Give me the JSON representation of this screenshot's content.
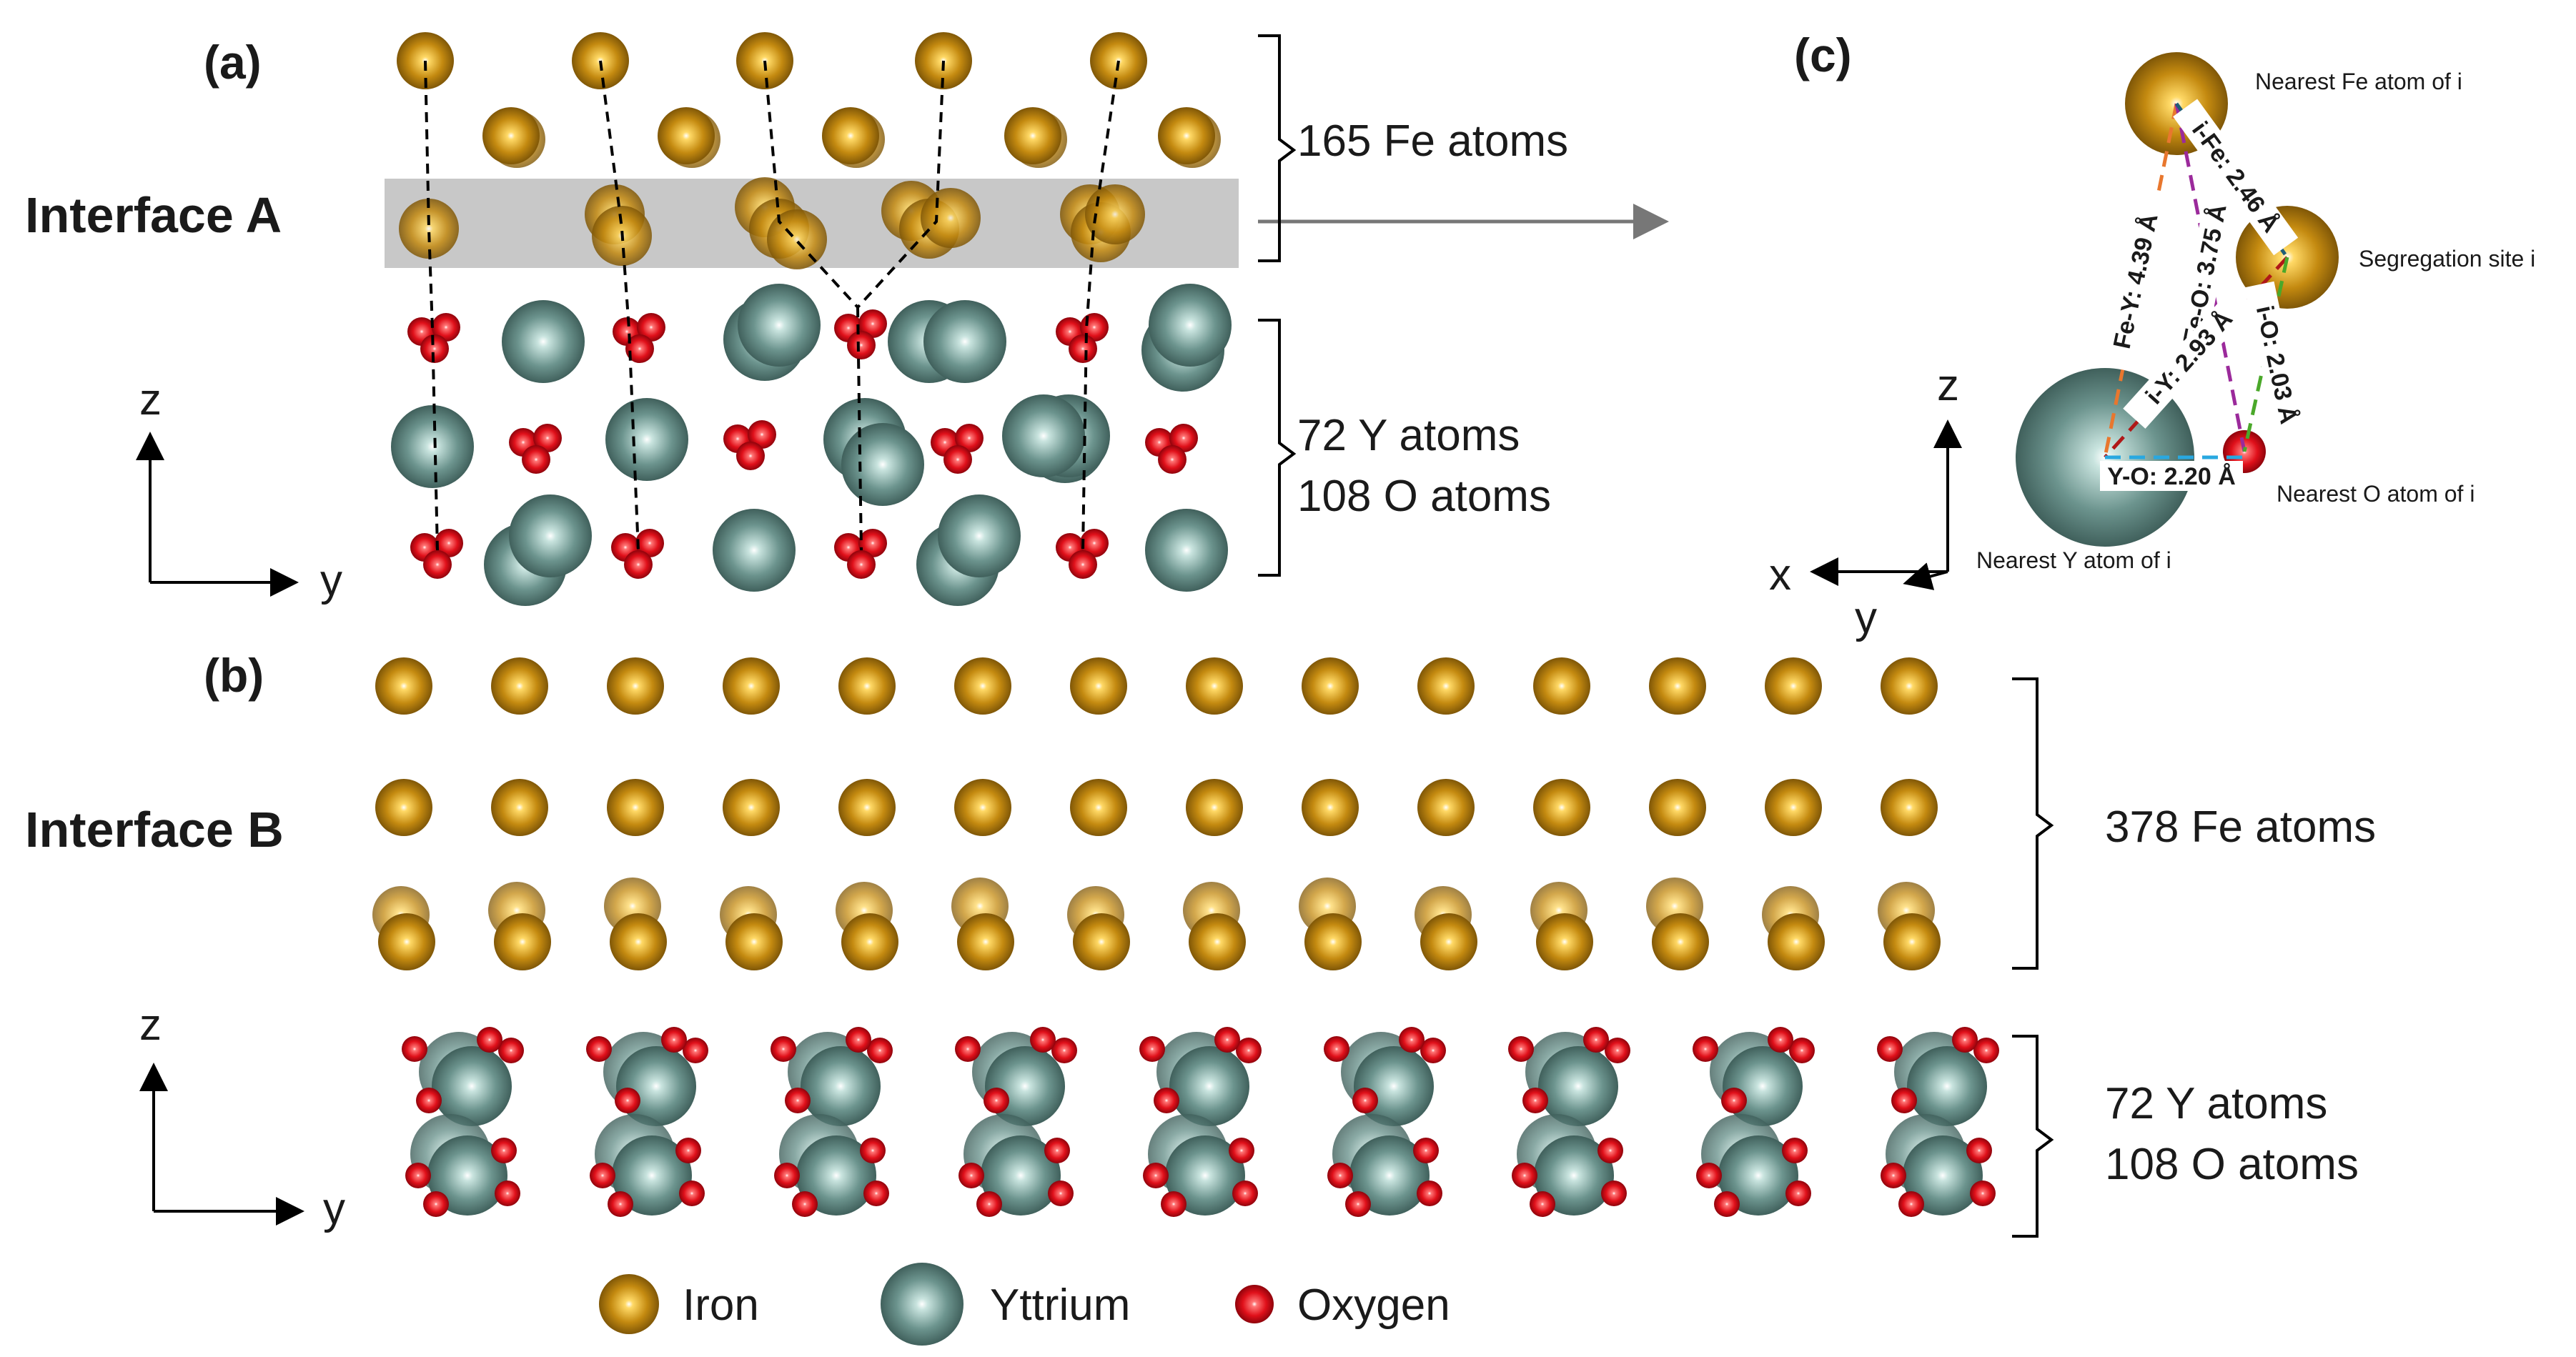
{
  "panel_a": {
    "label": "(a)",
    "interface_label": "Interface A",
    "fe_count": "165 Fe atoms",
    "y_count": "72 Y atoms",
    "o_count": "108 O atoms",
    "axis_z": "z",
    "axis_y": "y"
  },
  "panel_b": {
    "label": "(b)",
    "interface_label": "Interface B",
    "fe_count": "378 Fe atoms",
    "y_count": "72 Y atoms",
    "o_count": "108 O atoms",
    "axis_z": "z",
    "axis_y": "y"
  },
  "panel_c": {
    "label": "(c)",
    "nearest_fe": "Nearest Fe atom of i",
    "segregation_site": "Segregation site i",
    "nearest_o": "Nearest O atom of i",
    "nearest_y": "Nearest Y atom of i",
    "axis_z": "z",
    "axis_x": "x",
    "axis_y": "y",
    "distances": {
      "i_fe": "i-Fe: 2.46 Å",
      "fe_y": "Fe-Y: 4.39 Å",
      "fe_o": "Fe-O: 3.75 Å",
      "i_y": "i-Y: 2.93 Å",
      "i_o": "i-O: 2.03 Å",
      "y_o": "Y-O: 2.20 Å"
    }
  },
  "legend": {
    "iron": "Iron",
    "yttrium": "Yttrium",
    "oxygen": "Oxygen"
  },
  "colors": {
    "iron": "#b8860b",
    "yttrium": "#5f8a84",
    "oxygen": "#e0101a",
    "interface_band": "#c8c8c8",
    "fe_y": "#e8772e",
    "fe_o": "#9b2a9b",
    "i_y": "#b01818",
    "i_fe": "#1f5d78",
    "i_o": "#4aa82a",
    "y_o": "#29a8e0"
  }
}
